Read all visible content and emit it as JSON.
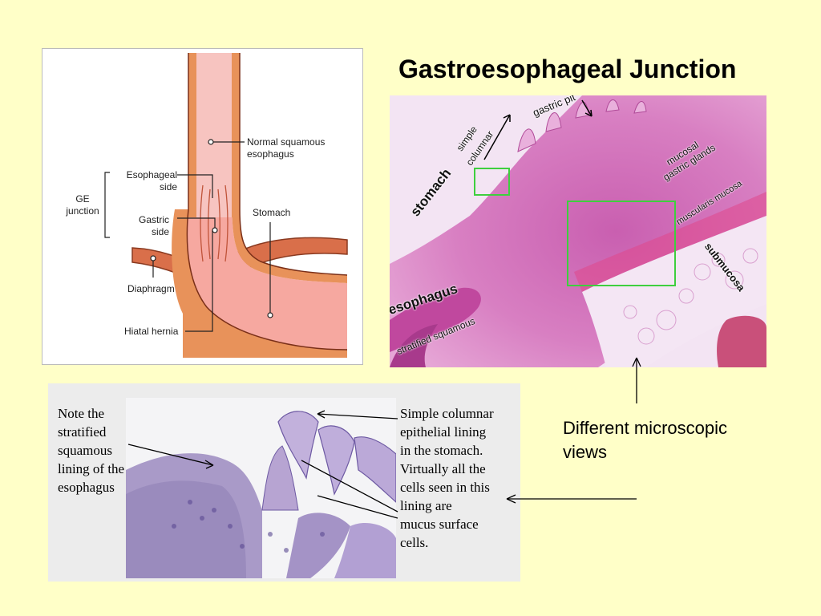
{
  "title": "Gastroesophageal Junction",
  "diagram": {
    "labels": {
      "normal_squamous": "Normal squamous",
      "esophagus": "esophagus",
      "esophageal": "Esophageal",
      "side1": "side",
      "ge": "GE",
      "junction": "junction",
      "gastric": "Gastric",
      "side2": "side",
      "stomach": "Stomach",
      "diaphragm": "Diaphragm",
      "hiatal_hernia": "Hiatal hernia"
    }
  },
  "micrograph_top": {
    "labels": {
      "gastric_pit": "gastric pit",
      "simple": "simple",
      "columnar": "columnar",
      "stomach": "stomach",
      "mucosal": "mucosal",
      "gastric_glands": "gastric glands",
      "muscularis_mucosa": "muscularis mucosa",
      "submucosa": "submucosa",
      "esophagus": "esophagus",
      "stratified_squamous": "stratified squamous"
    }
  },
  "micrograph_bottom": {
    "left_text": [
      "Note the",
      "stratified",
      "squamous",
      "lining of the",
      "esophagus"
    ],
    "right_text": [
      "Simple columnar",
      "epithelial lining",
      "in the stomach.",
      "Virtually all the",
      "cells seen in this",
      "lining are",
      "mucus surface",
      "cells."
    ]
  },
  "caption": [
    "Different microscopic",
    "views"
  ],
  "colors": {
    "background": "#ffffc8",
    "highlight_box": "#3ecf3e",
    "tissue_pink": "#d97fc0",
    "diagram_wall": "#e8925a",
    "diagram_lumen": "#f7b7b0"
  }
}
